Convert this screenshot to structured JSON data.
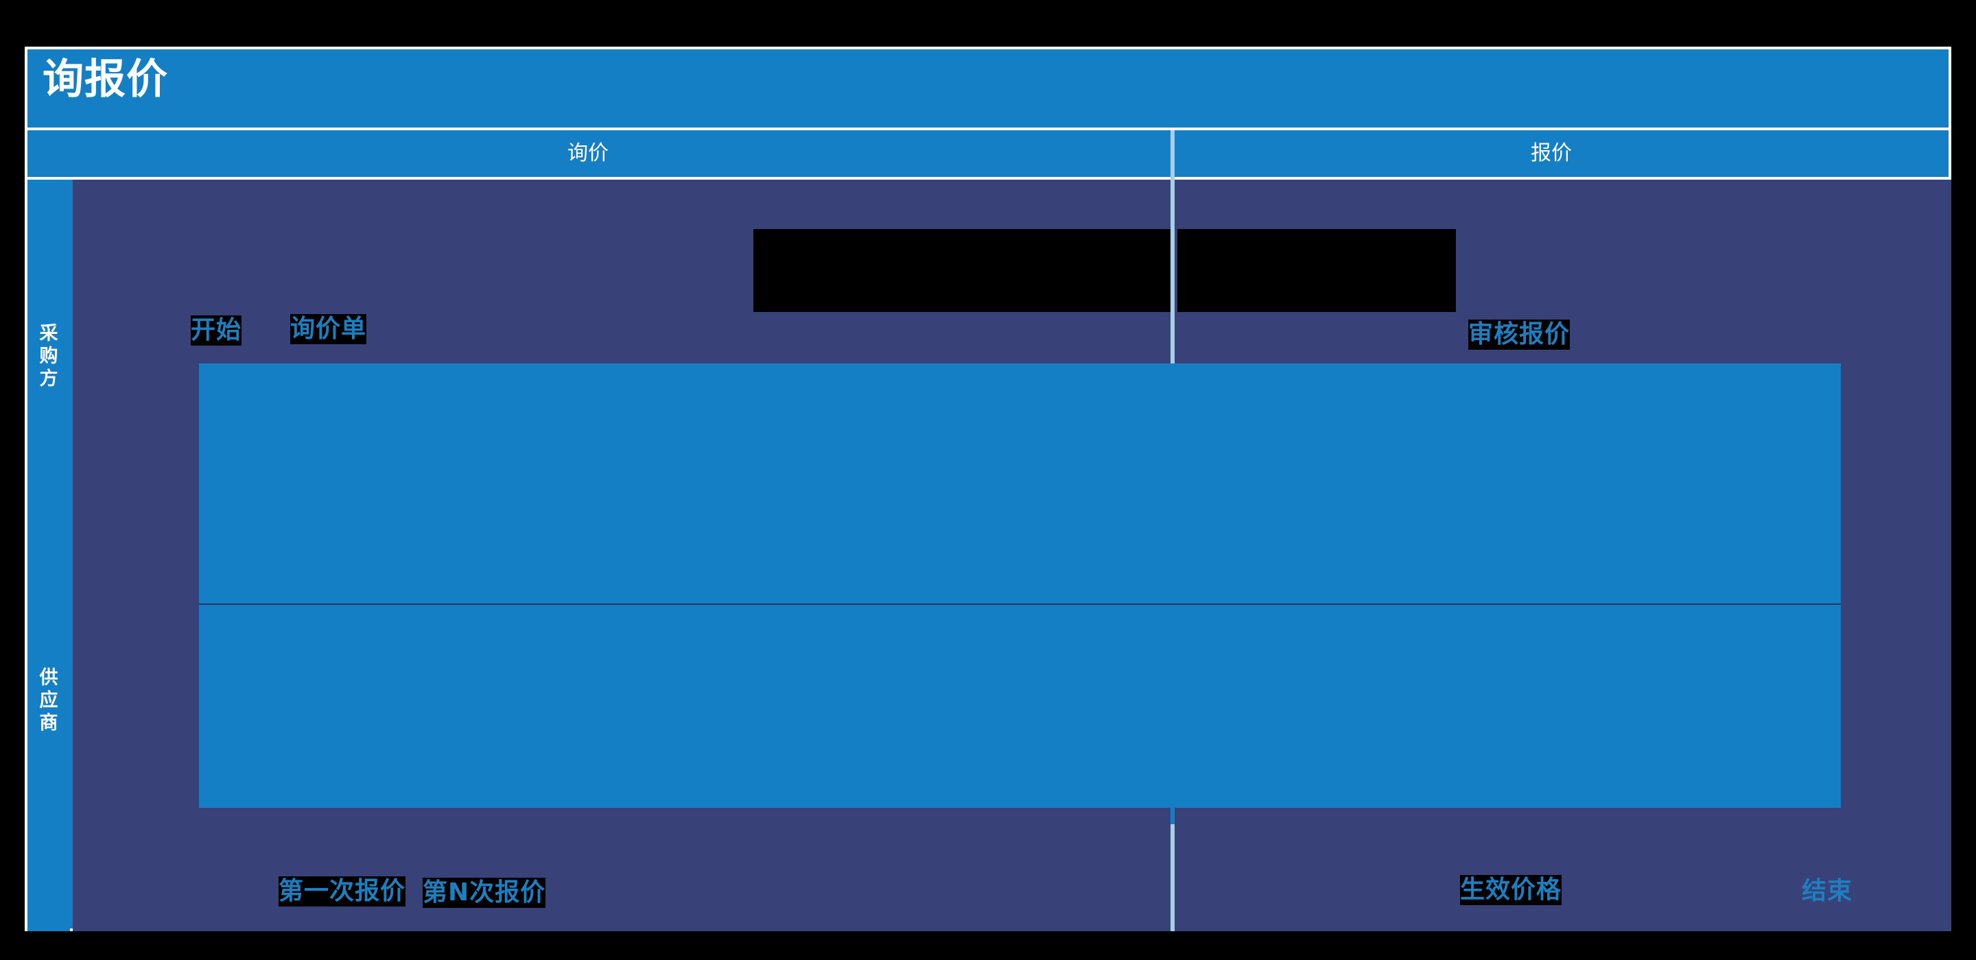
{
  "diagram": {
    "title": "询报价",
    "columns": [
      {
        "label": "询价"
      },
      {
        "label": "报价"
      }
    ],
    "lanes": [
      {
        "name": "buyer",
        "label": "采购方",
        "chars": [
          "采",
          "购",
          "方"
        ]
      },
      {
        "name": "supplier",
        "label": "供应商",
        "chars": [
          "供",
          "应",
          "商"
        ]
      }
    ],
    "nodes": [
      {
        "id": "start",
        "label": "开始",
        "lane": "buyer",
        "column": "询价"
      },
      {
        "id": "inquiry",
        "label": "询价单",
        "lane": "buyer",
        "column": "询价"
      },
      {
        "id": "review",
        "label": "审核报价",
        "lane": "buyer",
        "column": "报价"
      },
      {
        "id": "first",
        "label": "第一次报价",
        "lane": "supplier",
        "column": "询价"
      },
      {
        "id": "nth",
        "label": "第N次报价",
        "lane": "supplier",
        "column": "询价"
      },
      {
        "id": "price",
        "label": "生效价格",
        "lane": "supplier",
        "column": "报价"
      },
      {
        "id": "end",
        "label": "结束",
        "lane": "supplier",
        "column": "报价"
      }
    ],
    "colors": {
      "accent_blue": "#147FC4",
      "panel_navy": "#384178",
      "node_text": "#1E7FC0",
      "frame_white": "#FFFFFF",
      "connector_light": "#A8CEE8",
      "occluder_black": "#000000",
      "background": "#000000"
    }
  }
}
